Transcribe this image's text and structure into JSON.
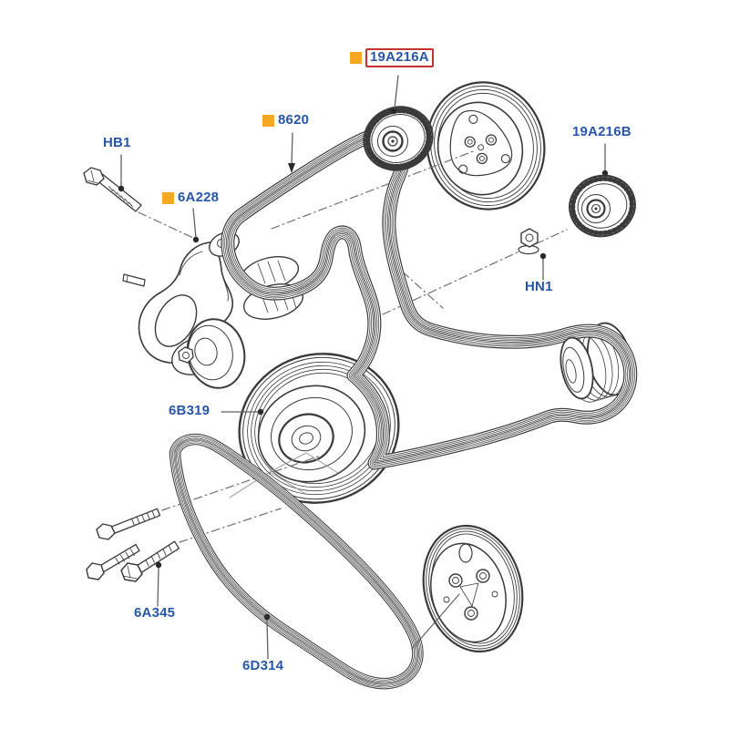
{
  "page": {
    "background": "#ffffff",
    "type": "exploded-parts-diagram"
  },
  "labels": [
    {
      "text": "19A216A",
      "highlighted": true,
      "marker": true
    },
    {
      "text": "8620",
      "highlighted": false,
      "marker": true
    },
    {
      "text": "HB1",
      "highlighted": false,
      "marker": false
    },
    {
      "text": "6A228",
      "highlighted": false,
      "marker": true
    },
    {
      "text": "19A216B",
      "highlighted": false,
      "marker": false
    },
    {
      "text": "HN1",
      "highlighted": false,
      "marker": false
    },
    {
      "text": "6B319",
      "highlighted": false,
      "marker": false
    },
    {
      "text": "6A345",
      "highlighted": false,
      "marker": false
    },
    {
      "text": "6D314",
      "highlighted": false,
      "marker": false
    }
  ],
  "colors": {
    "label_text": "#2756a8",
    "marker_orange": "#f7a823",
    "highlight_box_border": "#c53030",
    "line_dark": "#3a3a3a",
    "centerline_gray": "#707070"
  }
}
